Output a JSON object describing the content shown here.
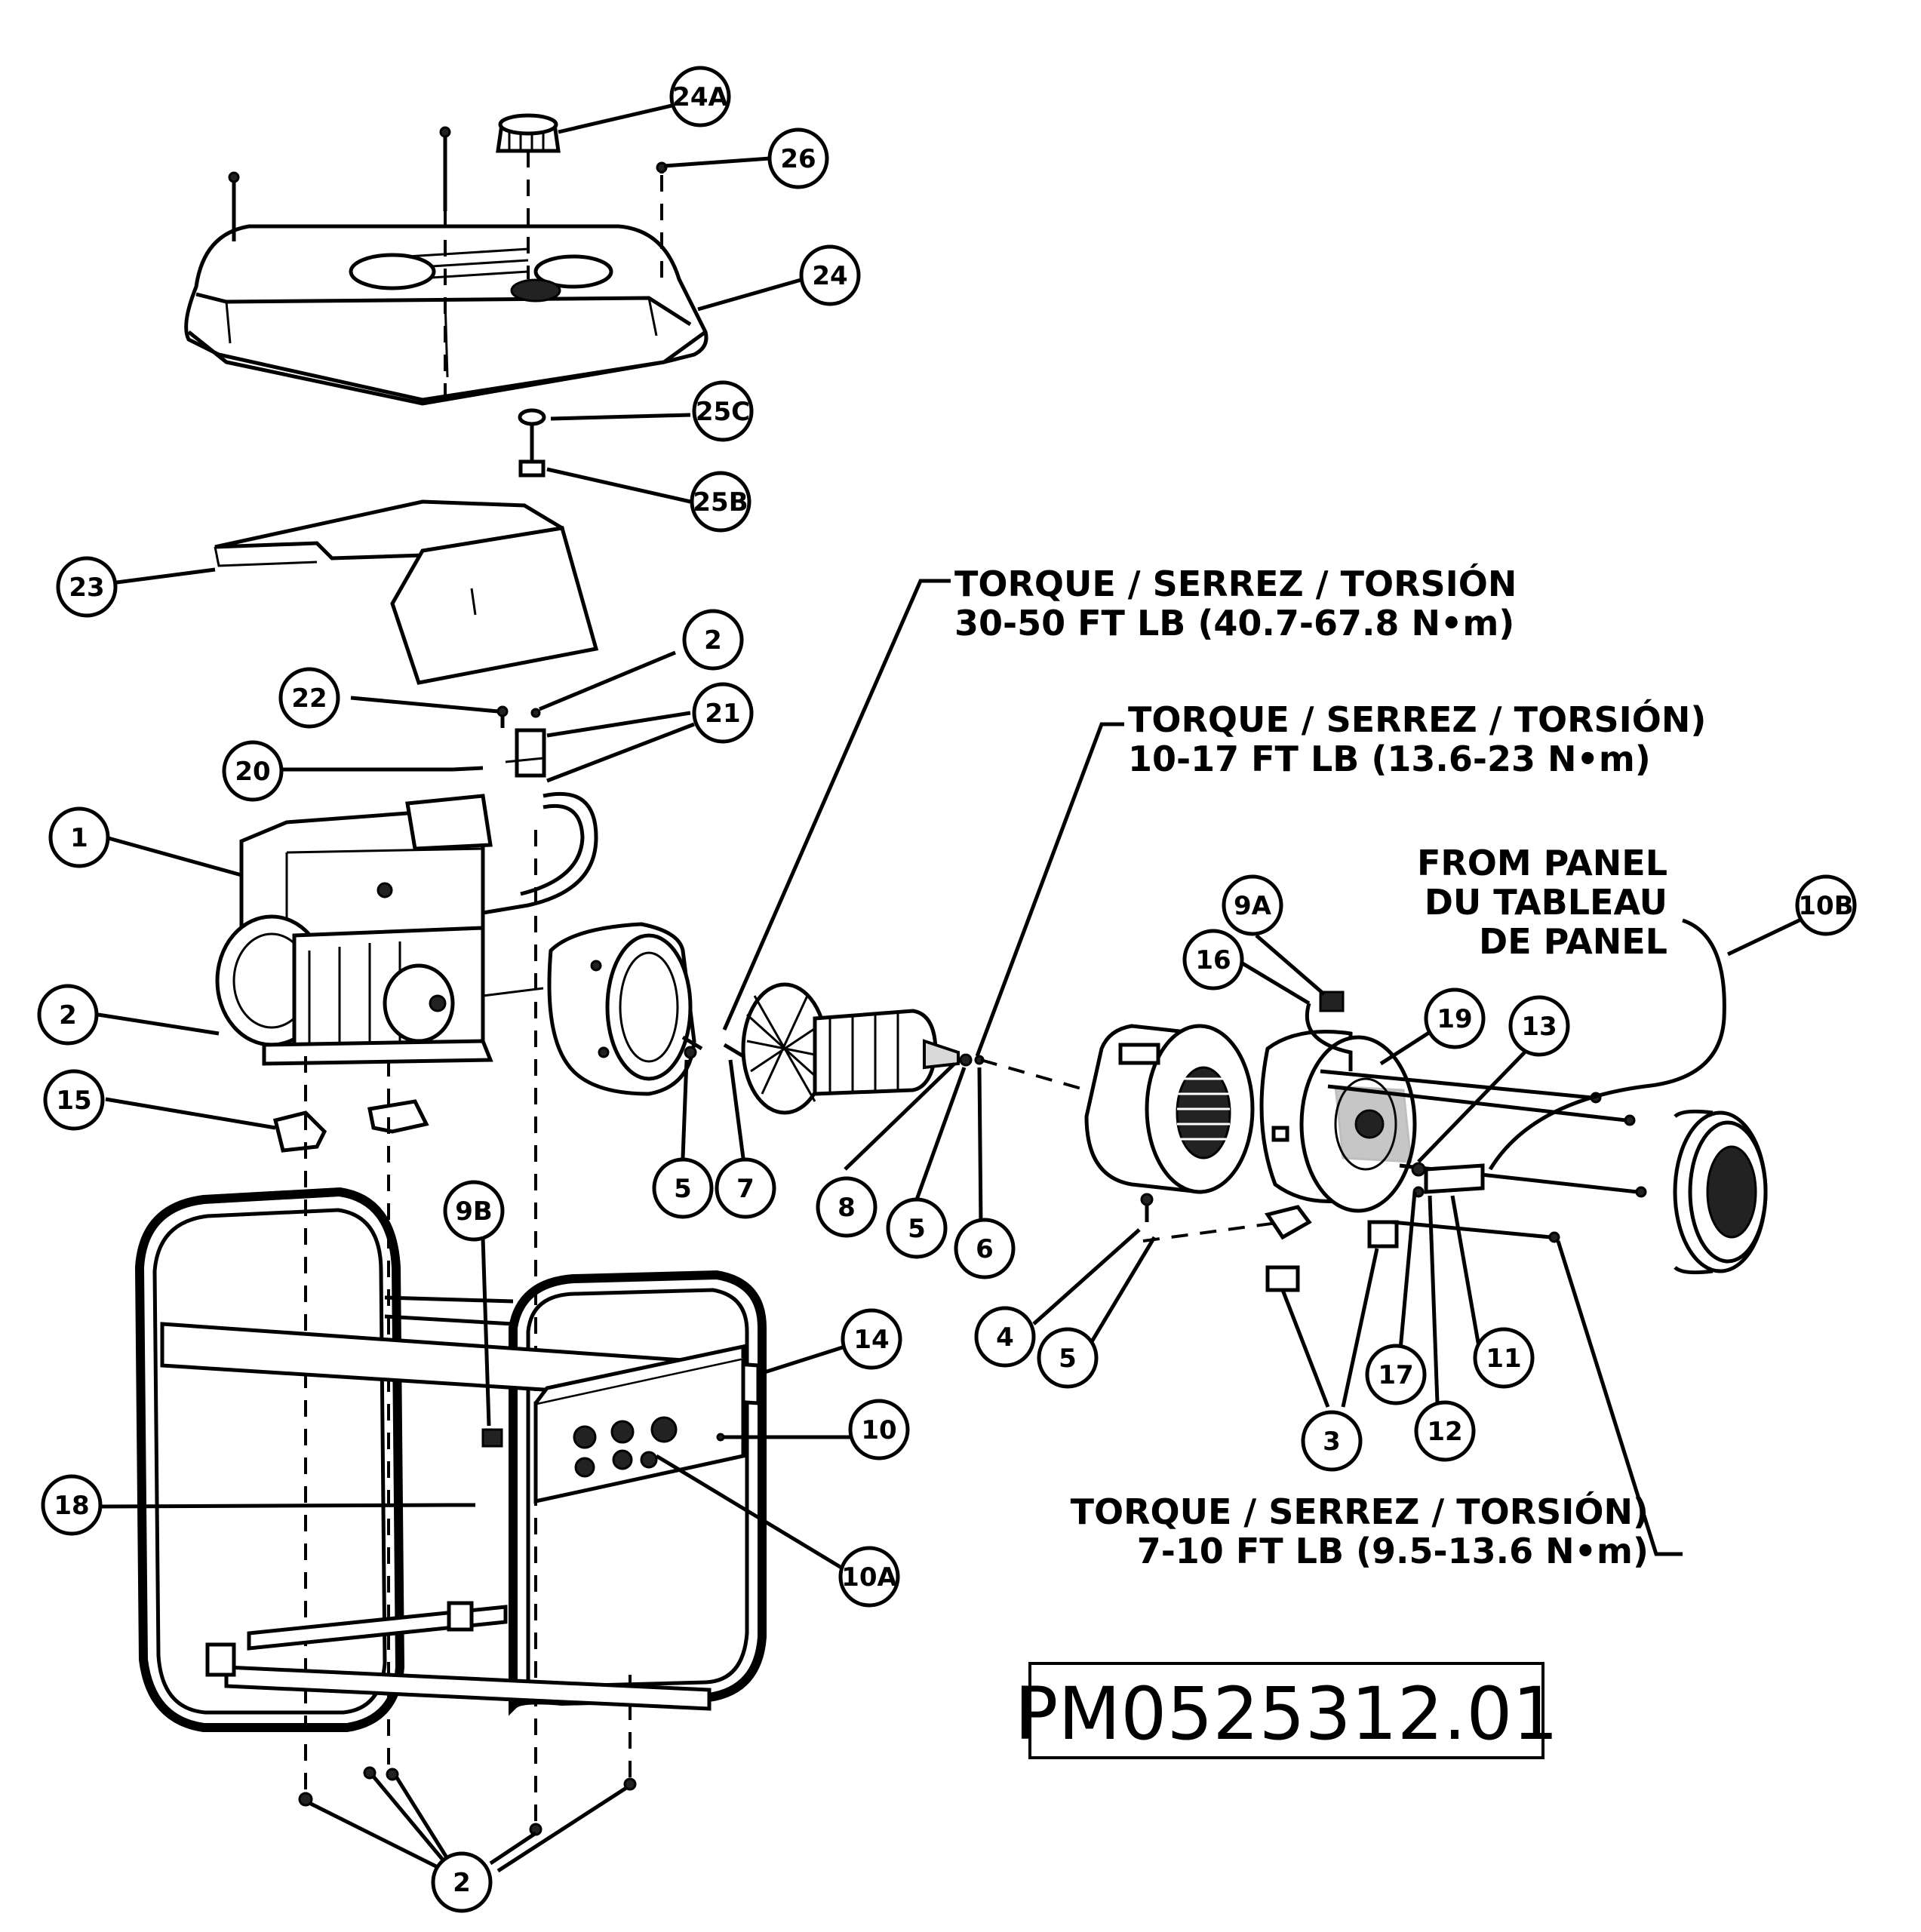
{
  "diagram": {
    "callouts": [
      {
        "label": "24A"
      },
      {
        "label": "26"
      },
      {
        "label": "24"
      },
      {
        "label": "25C"
      },
      {
        "label": "25B"
      },
      {
        "label": "23"
      },
      {
        "label": "2"
      },
      {
        "label": "22"
      },
      {
        "label": "21"
      },
      {
        "label": "20"
      },
      {
        "label": "1"
      },
      {
        "label": "2"
      },
      {
        "label": "15"
      },
      {
        "label": "5"
      },
      {
        "label": "7"
      },
      {
        "label": "8"
      },
      {
        "label": "5"
      },
      {
        "label": "6"
      },
      {
        "label": "9A"
      },
      {
        "label": "16"
      },
      {
        "label": "19"
      },
      {
        "label": "13"
      },
      {
        "label": "10B"
      },
      {
        "label": "9B"
      },
      {
        "label": "14"
      },
      {
        "label": "10"
      },
      {
        "label": "18"
      },
      {
        "label": "10A"
      },
      {
        "label": "4"
      },
      {
        "label": "5"
      },
      {
        "label": "3"
      },
      {
        "label": "17"
      },
      {
        "label": "12"
      },
      {
        "label": "11"
      },
      {
        "label": "2"
      }
    ],
    "notes": {
      "torque1_line1": "TORQUE / SERREZ / TORSIÓN",
      "torque1_line2": "30-50 FT LB (40.7-67.8 N•m)",
      "torque2_line1": "TORQUE / SERREZ / TORSIÓN)",
      "torque2_line2": "10-17 FT LB (13.6-23 N•m)",
      "panel_line1": "FROM PANEL",
      "panel_line2": "DU TABLEAU",
      "panel_line3": "DE PANEL",
      "torque3_line1": "TORQUE / SERREZ / TORSIÓN)",
      "torque3_line2": "7-10 FT LB (9.5-13.6 N•m)"
    },
    "part_number": "PM0525312.01"
  }
}
